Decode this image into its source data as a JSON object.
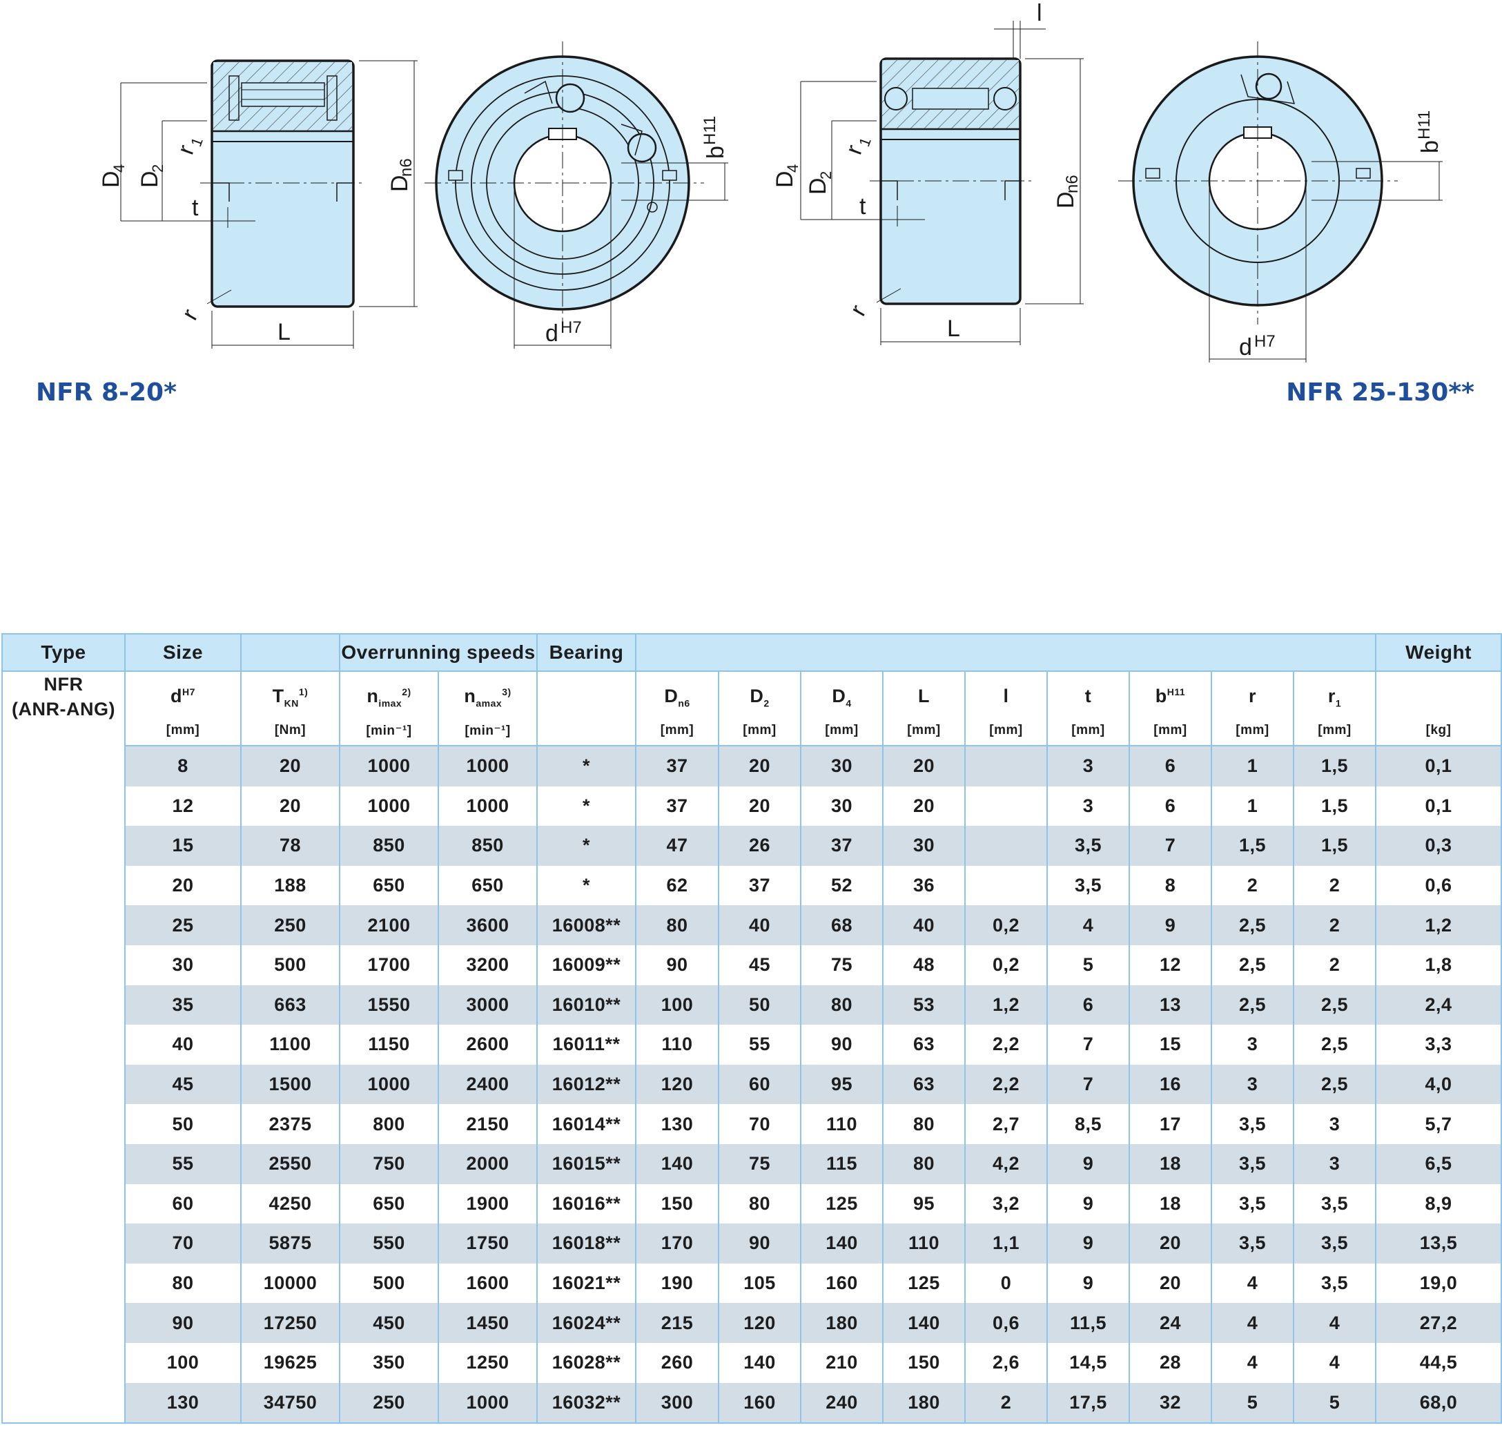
{
  "drawings": {
    "left": {
      "labels": {
        "d4": "D",
        "d4_sub": "4",
        "d2": "D",
        "d2_sub": "2",
        "r1": "r",
        "r1_sub": "1",
        "t": "t",
        "dn6": "D",
        "dn6_sub": "n6",
        "r": "r",
        "l": "L",
        "d": "d",
        "d_sup": "H7",
        "b": "b",
        "b_sup": "H11"
      }
    },
    "right": {
      "labels": {
        "l_small": "l",
        "d4": "D",
        "d4_sub": "4",
        "d2": "D",
        "d2_sub": "2",
        "r1": "r",
        "r1_sub": "1",
        "t": "t",
        "dn6": "D",
        "dn6_sub": "n6",
        "r": "r",
        "l": "L",
        "d": "d",
        "d_sup": "H7",
        "b": "b",
        "b_sup": "H11"
      }
    },
    "colors": {
      "fill": "#c8e8f8",
      "line": "#1a1a1a",
      "title": "#1f4e9c"
    }
  },
  "titles": {
    "left": "NFR 8-20*",
    "right": "NFR 25-130**"
  },
  "table": {
    "header1": {
      "type": "Type",
      "size": "Size",
      "speeds": "Overrunning speeds",
      "bearing": "Bearing",
      "weight": "Weight"
    },
    "header2": [
      {
        "sym": "d",
        "sup": "H7",
        "sub": "",
        "unit": "[mm]"
      },
      {
        "sym": "T",
        "sup": "1)",
        "sub": "KN",
        "unit": "[Nm]"
      },
      {
        "sym": "n",
        "sup": "2)",
        "sub": "imax",
        "unit": "[min⁻¹]"
      },
      {
        "sym": "n",
        "sup": "3)",
        "sub": "amax",
        "unit": "[min⁻¹]"
      },
      {
        "sym": "",
        "sup": "",
        "sub": "",
        "unit": ""
      },
      {
        "sym": "D",
        "sup": "",
        "sub": "n6",
        "unit": "[mm]"
      },
      {
        "sym": "D",
        "sup": "",
        "sub": "2",
        "unit": "[mm]"
      },
      {
        "sym": "D",
        "sup": "",
        "sub": "4",
        "unit": "[mm]"
      },
      {
        "sym": "L",
        "sup": "",
        "sub": "",
        "unit": "[mm]"
      },
      {
        "sym": "l",
        "sup": "",
        "sub": "",
        "unit": "[mm]"
      },
      {
        "sym": "t",
        "sup": "",
        "sub": "",
        "unit": "[mm]"
      },
      {
        "sym": "b",
        "sup": "H11",
        "sub": "",
        "unit": "[mm]"
      },
      {
        "sym": "r",
        "sup": "",
        "sub": "",
        "unit": "[mm]"
      },
      {
        "sym": "r",
        "sup": "",
        "sub": "1",
        "unit": "[mm]"
      },
      {
        "sym": "",
        "sup": "",
        "sub": "",
        "unit": "[kg]"
      }
    ],
    "type_label": [
      "NFR",
      "(ANR-ANG)"
    ],
    "rows": [
      [
        "8",
        "20",
        "1000",
        "1000",
        "*",
        "37",
        "20",
        "30",
        "20",
        "",
        "3",
        "6",
        "1",
        "1,5",
        "0,1"
      ],
      [
        "12",
        "20",
        "1000",
        "1000",
        "*",
        "37",
        "20",
        "30",
        "20",
        "",
        "3",
        "6",
        "1",
        "1,5",
        "0,1"
      ],
      [
        "15",
        "78",
        "850",
        "850",
        "*",
        "47",
        "26",
        "37",
        "30",
        "",
        "3,5",
        "7",
        "1,5",
        "1,5",
        "0,3"
      ],
      [
        "20",
        "188",
        "650",
        "650",
        "*",
        "62",
        "37",
        "52",
        "36",
        "",
        "3,5",
        "8",
        "2",
        "2",
        "0,6"
      ],
      [
        "25",
        "250",
        "2100",
        "3600",
        "16008**",
        "80",
        "40",
        "68",
        "40",
        "0,2",
        "4",
        "9",
        "2,5",
        "2",
        "1,2"
      ],
      [
        "30",
        "500",
        "1700",
        "3200",
        "16009**",
        "90",
        "45",
        "75",
        "48",
        "0,2",
        "5",
        "12",
        "2,5",
        "2",
        "1,8"
      ],
      [
        "35",
        "663",
        "1550",
        "3000",
        "16010**",
        "100",
        "50",
        "80",
        "53",
        "1,2",
        "6",
        "13",
        "2,5",
        "2,5",
        "2,4"
      ],
      [
        "40",
        "1100",
        "1150",
        "2600",
        "16011**",
        "110",
        "55",
        "90",
        "63",
        "2,2",
        "7",
        "15",
        "3",
        "2,5",
        "3,3"
      ],
      [
        "45",
        "1500",
        "1000",
        "2400",
        "16012**",
        "120",
        "60",
        "95",
        "63",
        "2,2",
        "7",
        "16",
        "3",
        "2,5",
        "4,0"
      ],
      [
        "50",
        "2375",
        "800",
        "2150",
        "16014**",
        "130",
        "70",
        "110",
        "80",
        "2,7",
        "8,5",
        "17",
        "3,5",
        "3",
        "5,7"
      ],
      [
        "55",
        "2550",
        "750",
        "2000",
        "16015**",
        "140",
        "75",
        "115",
        "80",
        "4,2",
        "9",
        "18",
        "3,5",
        "3",
        "6,5"
      ],
      [
        "60",
        "4250",
        "650",
        "1900",
        "16016**",
        "150",
        "80",
        "125",
        "95",
        "3,2",
        "9",
        "18",
        "3,5",
        "3,5",
        "8,9"
      ],
      [
        "70",
        "5875",
        "550",
        "1750",
        "16018**",
        "170",
        "90",
        "140",
        "110",
        "1,1",
        "9",
        "20",
        "3,5",
        "3,5",
        "13,5"
      ],
      [
        "80",
        "10000",
        "500",
        "1600",
        "16021**",
        "190",
        "105",
        "160",
        "125",
        "0",
        "9",
        "20",
        "4",
        "3,5",
        "19,0"
      ],
      [
        "90",
        "17250",
        "450",
        "1450",
        "16024**",
        "215",
        "120",
        "180",
        "140",
        "0,6",
        "11,5",
        "24",
        "4",
        "4",
        "27,2"
      ],
      [
        "100",
        "19625",
        "350",
        "1250",
        "16028**",
        "260",
        "140",
        "210",
        "150",
        "2,6",
        "14,5",
        "28",
        "4",
        "4",
        "44,5"
      ],
      [
        "130",
        "34750",
        "250",
        "1000",
        "16032**",
        "300",
        "160",
        "240",
        "180",
        "2",
        "17,5",
        "32",
        "5",
        "5",
        "68,0"
      ]
    ]
  }
}
